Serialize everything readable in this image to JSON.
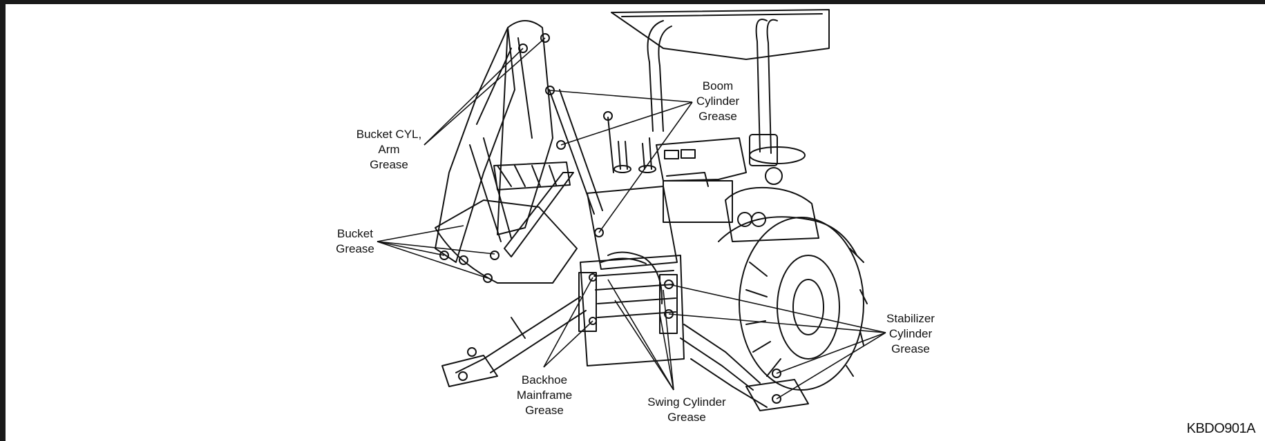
{
  "labels": {
    "bucket_cyl_arm": [
      "Bucket CYL,",
      "Arm",
      "Grease"
    ],
    "boom_cylinder": [
      "Boom",
      "Cylinder",
      "Grease"
    ],
    "bucket": [
      "Bucket",
      "Grease"
    ],
    "stabilizer_cylinder": [
      "Stabilizer",
      "Cylinder",
      "Grease"
    ],
    "backhoe_mainframe": [
      "Backhoe",
      "Mainframe",
      "Grease"
    ],
    "swing_cylinder": [
      "Swing Cylinder",
      "Grease"
    ]
  },
  "figure_code": "KBDO901A",
  "colors": {
    "line": "#111111",
    "frame": "#1a1a1a"
  }
}
